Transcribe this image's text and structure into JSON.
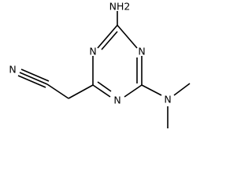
{
  "molecule": {
    "atoms": {
      "nh2": "NH2",
      "ring_n_top_left": "N",
      "ring_n_top_right": "N",
      "ring_n_bottom": "N",
      "nitrile_n": "N",
      "amine_n": "N"
    },
    "colors": {
      "bond": "#000000",
      "label": "#000000",
      "background": "#ffffff"
    }
  }
}
